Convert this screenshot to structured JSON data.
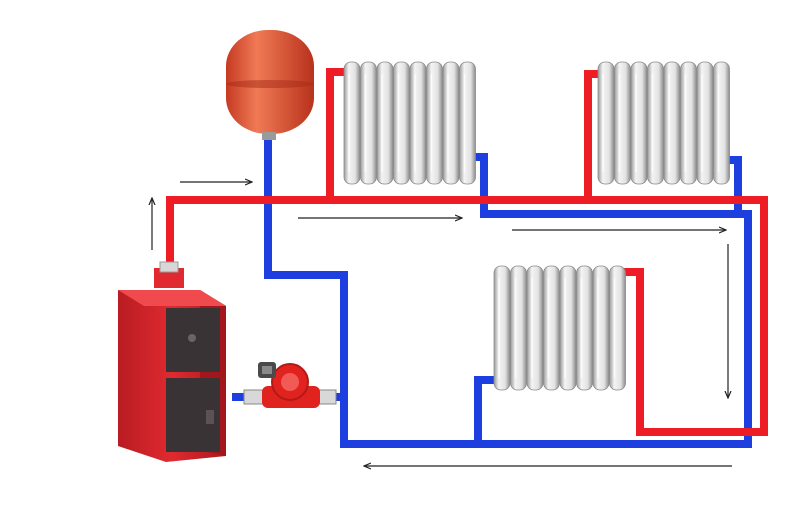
{
  "colors": {
    "supply_pipe": "#ee1c25",
    "return_pipe": "#1e3fe0",
    "boiler_body": "#d8242a",
    "boiler_door": "#3a3335",
    "tank": "#e8553a",
    "radiator": "#e4e4e4",
    "radiator_shade": "#b9b9b9",
    "arrow": "#222222",
    "pump": "#e0231f"
  },
  "components": {
    "boiler": "boiler-icon",
    "expansion_tank": "expansion-tank-icon",
    "circulation_pump": "circulation-pump-icon",
    "radiators": [
      "radiator-icon",
      "radiator-icon",
      "radiator-icon"
    ]
  },
  "flow_arrows": [
    "up",
    "right",
    "right",
    "right",
    "down",
    "left"
  ]
}
